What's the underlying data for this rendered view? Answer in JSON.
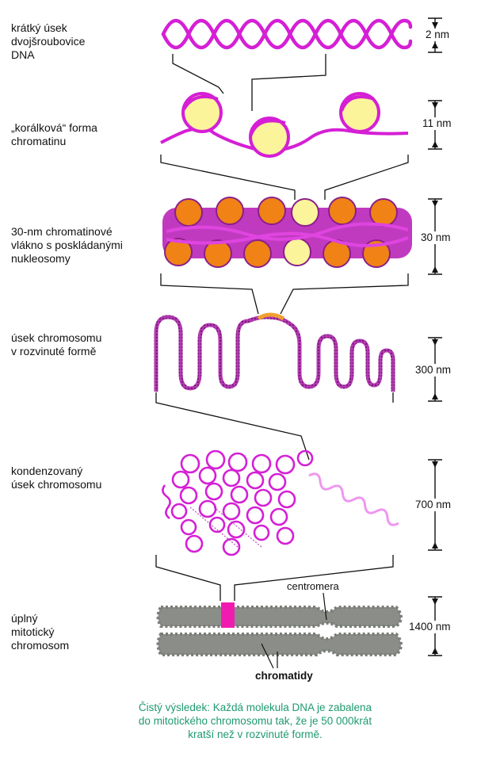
{
  "levels": [
    {
      "label_lines": [
        "krátký úsek",
        "dvojšroubovice",
        "DNA"
      ],
      "scale": "2 nm"
    },
    {
      "label_lines": [
        "„korálková“ forma",
        "chromatinu"
      ],
      "scale": "11 nm"
    },
    {
      "label_lines": [
        "30-nm chromatinové",
        "vlákno s poskládanými",
        "nukleosomy"
      ],
      "scale": "30 nm"
    },
    {
      "label_lines": [
        "úsek chromosomu",
        "v rozvinuté formě"
      ],
      "scale": "300 nm"
    },
    {
      "label_lines": [
        "kondenzovaný",
        "úsek chromosomu"
      ],
      "scale": "700 nm"
    },
    {
      "label_lines": [
        "úplný",
        "mitotický",
        "chromosom"
      ],
      "scale": "1400 nm"
    }
  ],
  "annotations": {
    "centromere": "centromera",
    "chromatids": "chromatidy"
  },
  "caption_lines": [
    "Čistý výsledek: Každá molekula DNA je zabalena",
    "do mitotického chromosomu tak, že  je 50 000krát",
    "kratší než v rozvinuté formě."
  ],
  "colors": {
    "dna": "#d51fd5",
    "nucleosome_core": "#fbf49b",
    "nucleosome_orange": "#f08216",
    "linker_highlight": "#f0a030",
    "chromosome": "#8a8d88",
    "centromere_marker": "#f01cb0",
    "caption": "#1e9a6e"
  }
}
